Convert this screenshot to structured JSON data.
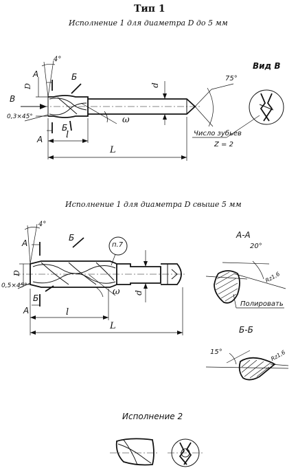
{
  "header": {
    "type": "Тип 1"
  },
  "v1": {
    "title": "Исполнение 1 для диаметра D до 5 мм",
    "angle_tip": "4°",
    "sec_a_top": "A",
    "sec_a_bot": "A",
    "sec_b_top": "Б",
    "sec_b_bot": "Б",
    "dim_D": "D",
    "dim_d": "d",
    "dim_omega": "ω",
    "dim_l": "l",
    "dim_L": "L",
    "chamfer": "0,3×45°",
    "view_arrow": "В",
    "angle_75": "75°",
    "view_title": "Вид В",
    "teeth_label": "Число зубьев",
    "teeth_value": "Z = 2"
  },
  "v2": {
    "title": "Исполнение 1 для диаметра D свыше 5 мм",
    "angle_tip": "4°",
    "sec_a_top": "A",
    "sec_a_bot": "A",
    "sec_b_top": "Б",
    "sec_b_bot": "Б",
    "dim_D": "D",
    "dim_d": "d",
    "dim_omega": "ω",
    "dim_l": "l",
    "dim_L": "L",
    "chamfer": "0,5×45°",
    "note": "п.7",
    "section_aa": "A-A",
    "angle_20": "20°",
    "rough_1": "Rz1,6",
    "polish": "Полировать",
    "section_bb": "Б-Б",
    "angle_15": "15°",
    "rough_2": "Rz1,6"
  },
  "v3": {
    "title": "Исполнение 2"
  }
}
